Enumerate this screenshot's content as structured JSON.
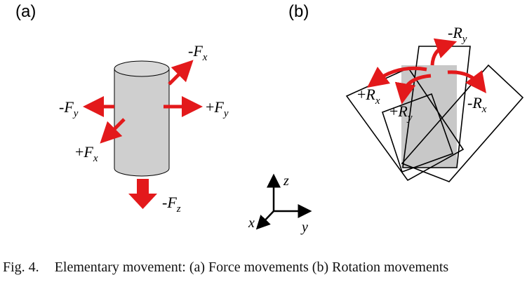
{
  "panels": {
    "a": "(a)",
    "b": "(b)"
  },
  "forces": {
    "neg_fx": {
      "sign": "-",
      "base": "F",
      "sub": "x"
    },
    "neg_fy": {
      "sign": "-",
      "base": "F",
      "sub": "y"
    },
    "pos_fy": {
      "sign": "+",
      "base": "F",
      "sub": "y"
    },
    "pos_fx": {
      "sign": "+",
      "base": "F",
      "sub": "x"
    },
    "neg_fz": {
      "sign": "-",
      "base": "F",
      "sub": "z"
    }
  },
  "rotations": {
    "neg_ry": {
      "sign": "-",
      "base": "R",
      "sub": "y"
    },
    "pos_rx": {
      "sign": "+",
      "base": "R",
      "sub": "x"
    },
    "pos_ry": {
      "sign": "+",
      "base": "R",
      "sub": "y"
    },
    "neg_rx": {
      "sign": "-",
      "base": "R",
      "sub": "x"
    }
  },
  "axes": {
    "z": "z",
    "x": "x",
    "y": "y"
  },
  "caption": {
    "number": "Fig. 4.",
    "text": "Elementary movement: (a) Force movements (b) Rotation movements"
  },
  "colors": {
    "arrow": "#e3191b",
    "body_fill": "#cfcfcf",
    "outline": "#000000"
  },
  "icons": [
    "cylinder-body",
    "force-arrow",
    "rotation-arrow",
    "axis-triad"
  ]
}
